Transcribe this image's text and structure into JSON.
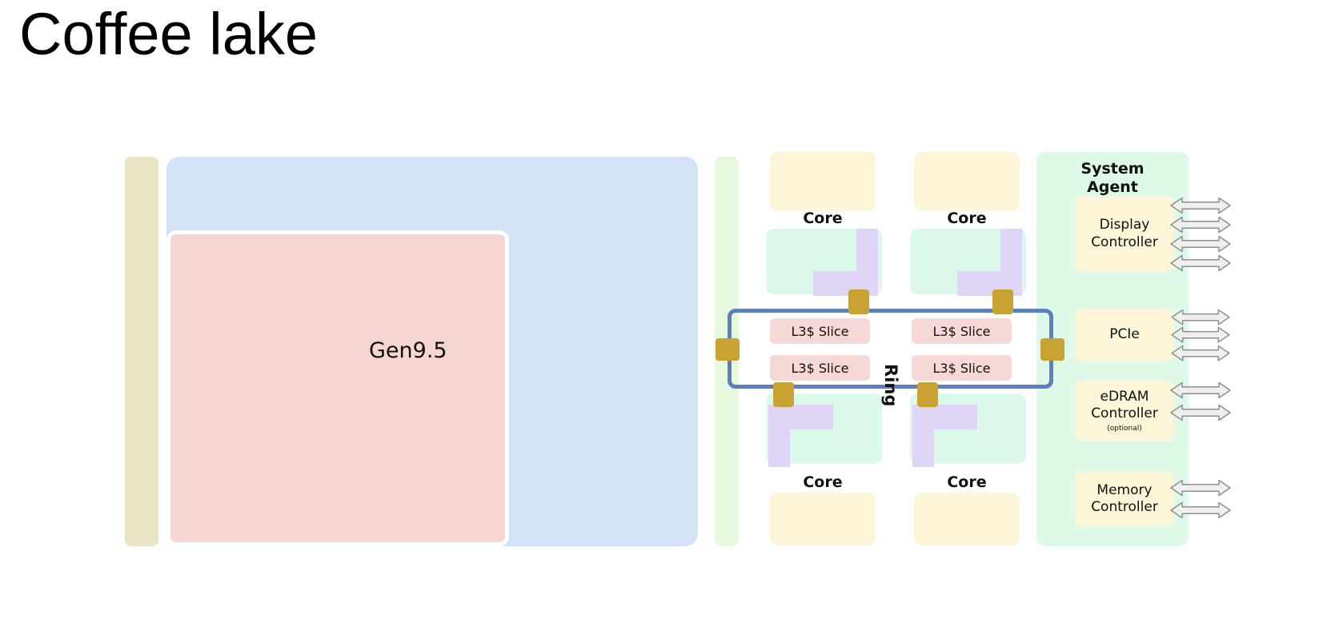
{
  "page": {
    "title": "Coffee lake"
  },
  "colors": {
    "left_strip": "#e9e4c6",
    "gpu_block": "#d4e2f6",
    "gpu_inner_pink": "#f5d6d3",
    "green_strip": "#e6f9dd",
    "core_cream": "#fdf5d8",
    "core_mint": "#dcf8e8",
    "core_purple": "#ded5f7",
    "l3_pink": "#f6d8d6",
    "ring_blue": "#5b7fbf",
    "ring_stop_gold": "#c8a233",
    "system_agent_mint": "#dff9e9",
    "arrow_fill": "#efefef",
    "arrow_stroke": "#8f8f8f"
  },
  "gpu": {
    "label": "Gen9.5"
  },
  "cores": {
    "top_left": {
      "label": "Core"
    },
    "top_right": {
      "label": "Core"
    },
    "bottom_left": {
      "label": "Core"
    },
    "bottom_right": {
      "label": "Core"
    }
  },
  "l3": {
    "slices": [
      {
        "label": "L3$ Slice"
      },
      {
        "label": "L3$ Slice"
      },
      {
        "label": "L3$ Slice"
      },
      {
        "label": "L3$ Slice"
      }
    ]
  },
  "ring": {
    "label": "Ring",
    "stops": 6
  },
  "system_agent": {
    "title": "System Agent",
    "blocks": [
      {
        "label": "Display Controller",
        "note": "",
        "arrows": 4
      },
      {
        "label": "PCIe",
        "note": "",
        "arrows": 3
      },
      {
        "label": "eDRAM Controller",
        "note": "(optional)",
        "arrows": 2
      },
      {
        "label": "Memory Controller",
        "note": "",
        "arrows": 2
      }
    ]
  }
}
